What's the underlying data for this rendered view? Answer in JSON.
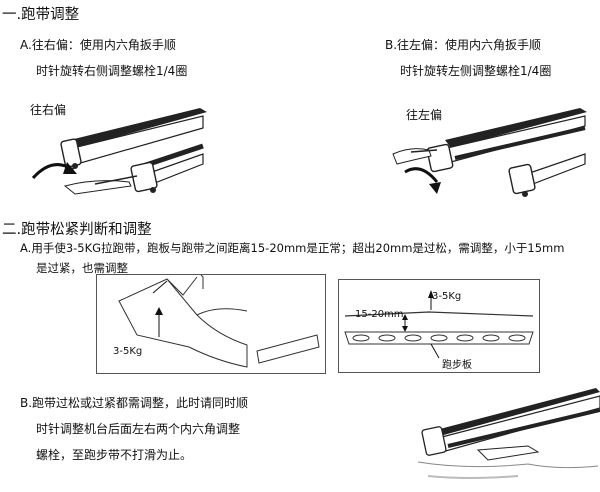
{
  "section1": {
    "heading": "一.跑带调整",
    "a_line1": "A.往右偏：使用内六角扳手顺",
    "a_line2": "时针旋转右侧调整螺栓1/4圈",
    "b_line1": "B.往左偏：使用内六角扳手顺",
    "b_line2": "时针旋转左侧调整螺栓1/4圈",
    "fig_left_label": "往右偏",
    "fig_right_label": "往左偏"
  },
  "section2": {
    "heading": "二.跑带松紧判断和调整",
    "a_line1": "A.用手使3-5KG拉跑带，跑板与跑带之间距离15-20mm是正常；超出20mm是过松，需调整，小于15mm",
    "a_line2": "是过紧，也需调整",
    "fig_left_weight": "3-5Kg",
    "fig_right_weight": "3-5Kg",
    "fig_right_distance": "15-20mm",
    "fig_right_board": "跑步板",
    "b_line1": "B.跑带过松或过紧都需调整，此时请同时顺",
    "b_line2": "时针调整机台后面左右两个内六角调整",
    "b_line3": "螺栓，至跑步带不打滑为止。"
  }
}
